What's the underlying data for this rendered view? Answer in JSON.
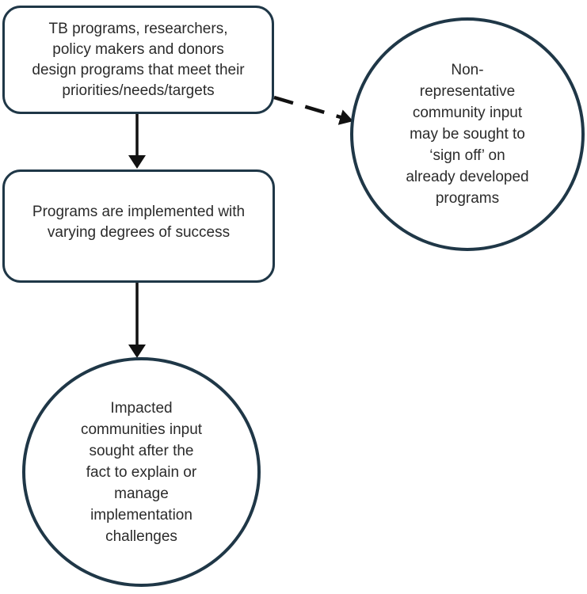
{
  "diagram": {
    "type": "flowchart",
    "colors": {
      "node_border": "#1f3747",
      "arrow": "#111111",
      "text": "#2b2b2b",
      "background": "#ffffff"
    },
    "nodes": {
      "box_design": {
        "shape": "rounded-rect",
        "text": "TB programs, researchers,\npolicy makers and donors\ndesign programs that meet their\npriorities/needs/targets"
      },
      "box_implemented": {
        "shape": "rounded-rect",
        "text": "Programs are implemented with\nvarying degrees of success"
      },
      "circle_signoff": {
        "shape": "circle",
        "text": "Non-\nrepresentative\ncommunity input\nmay be sought to\n‘sign off’ on\nalready developed\nprograms"
      },
      "circle_impacted": {
        "shape": "circle",
        "text": "Impacted\ncommunities input\nsought after the\nfact to explain or\nmanage\nimplementation\nchallenges"
      }
    },
    "edges": [
      {
        "from": "box_design",
        "to": "box_implemented",
        "style": "solid"
      },
      {
        "from": "box_design",
        "to": "circle_signoff",
        "style": "dashed"
      },
      {
        "from": "box_implemented",
        "to": "circle_impacted",
        "style": "solid"
      }
    ]
  }
}
